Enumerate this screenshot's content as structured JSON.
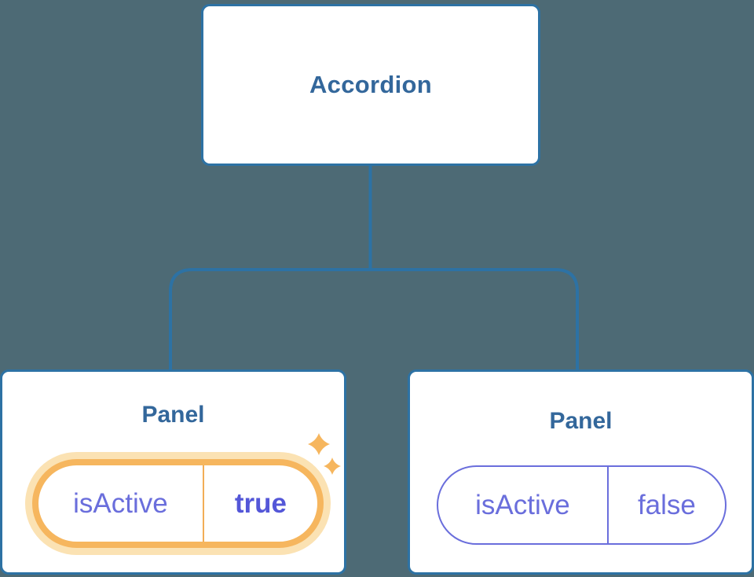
{
  "diagram": {
    "root": {
      "label": "Accordion"
    },
    "panels": [
      {
        "label": "Panel",
        "state": {
          "name": "isActive",
          "value": "true"
        },
        "highlighted": true,
        "badge_icon": "sparkle-icon"
      },
      {
        "label": "Panel",
        "state": {
          "name": "isActive",
          "value": "false"
        },
        "highlighted": false
      }
    ]
  },
  "theme": {
    "background": "#4d6a75",
    "node-fill": "#ffffff",
    "line-blue": "#2d72a4",
    "title-blue": "#33679b",
    "state-purple": "#6a6edc",
    "state-purple-bold": "#5457d8",
    "highlight-orange": "#f6b65e",
    "highlight-orange-glow": "#fbe2b3",
    "highlight-orange-divider": "#f2ad56"
  }
}
